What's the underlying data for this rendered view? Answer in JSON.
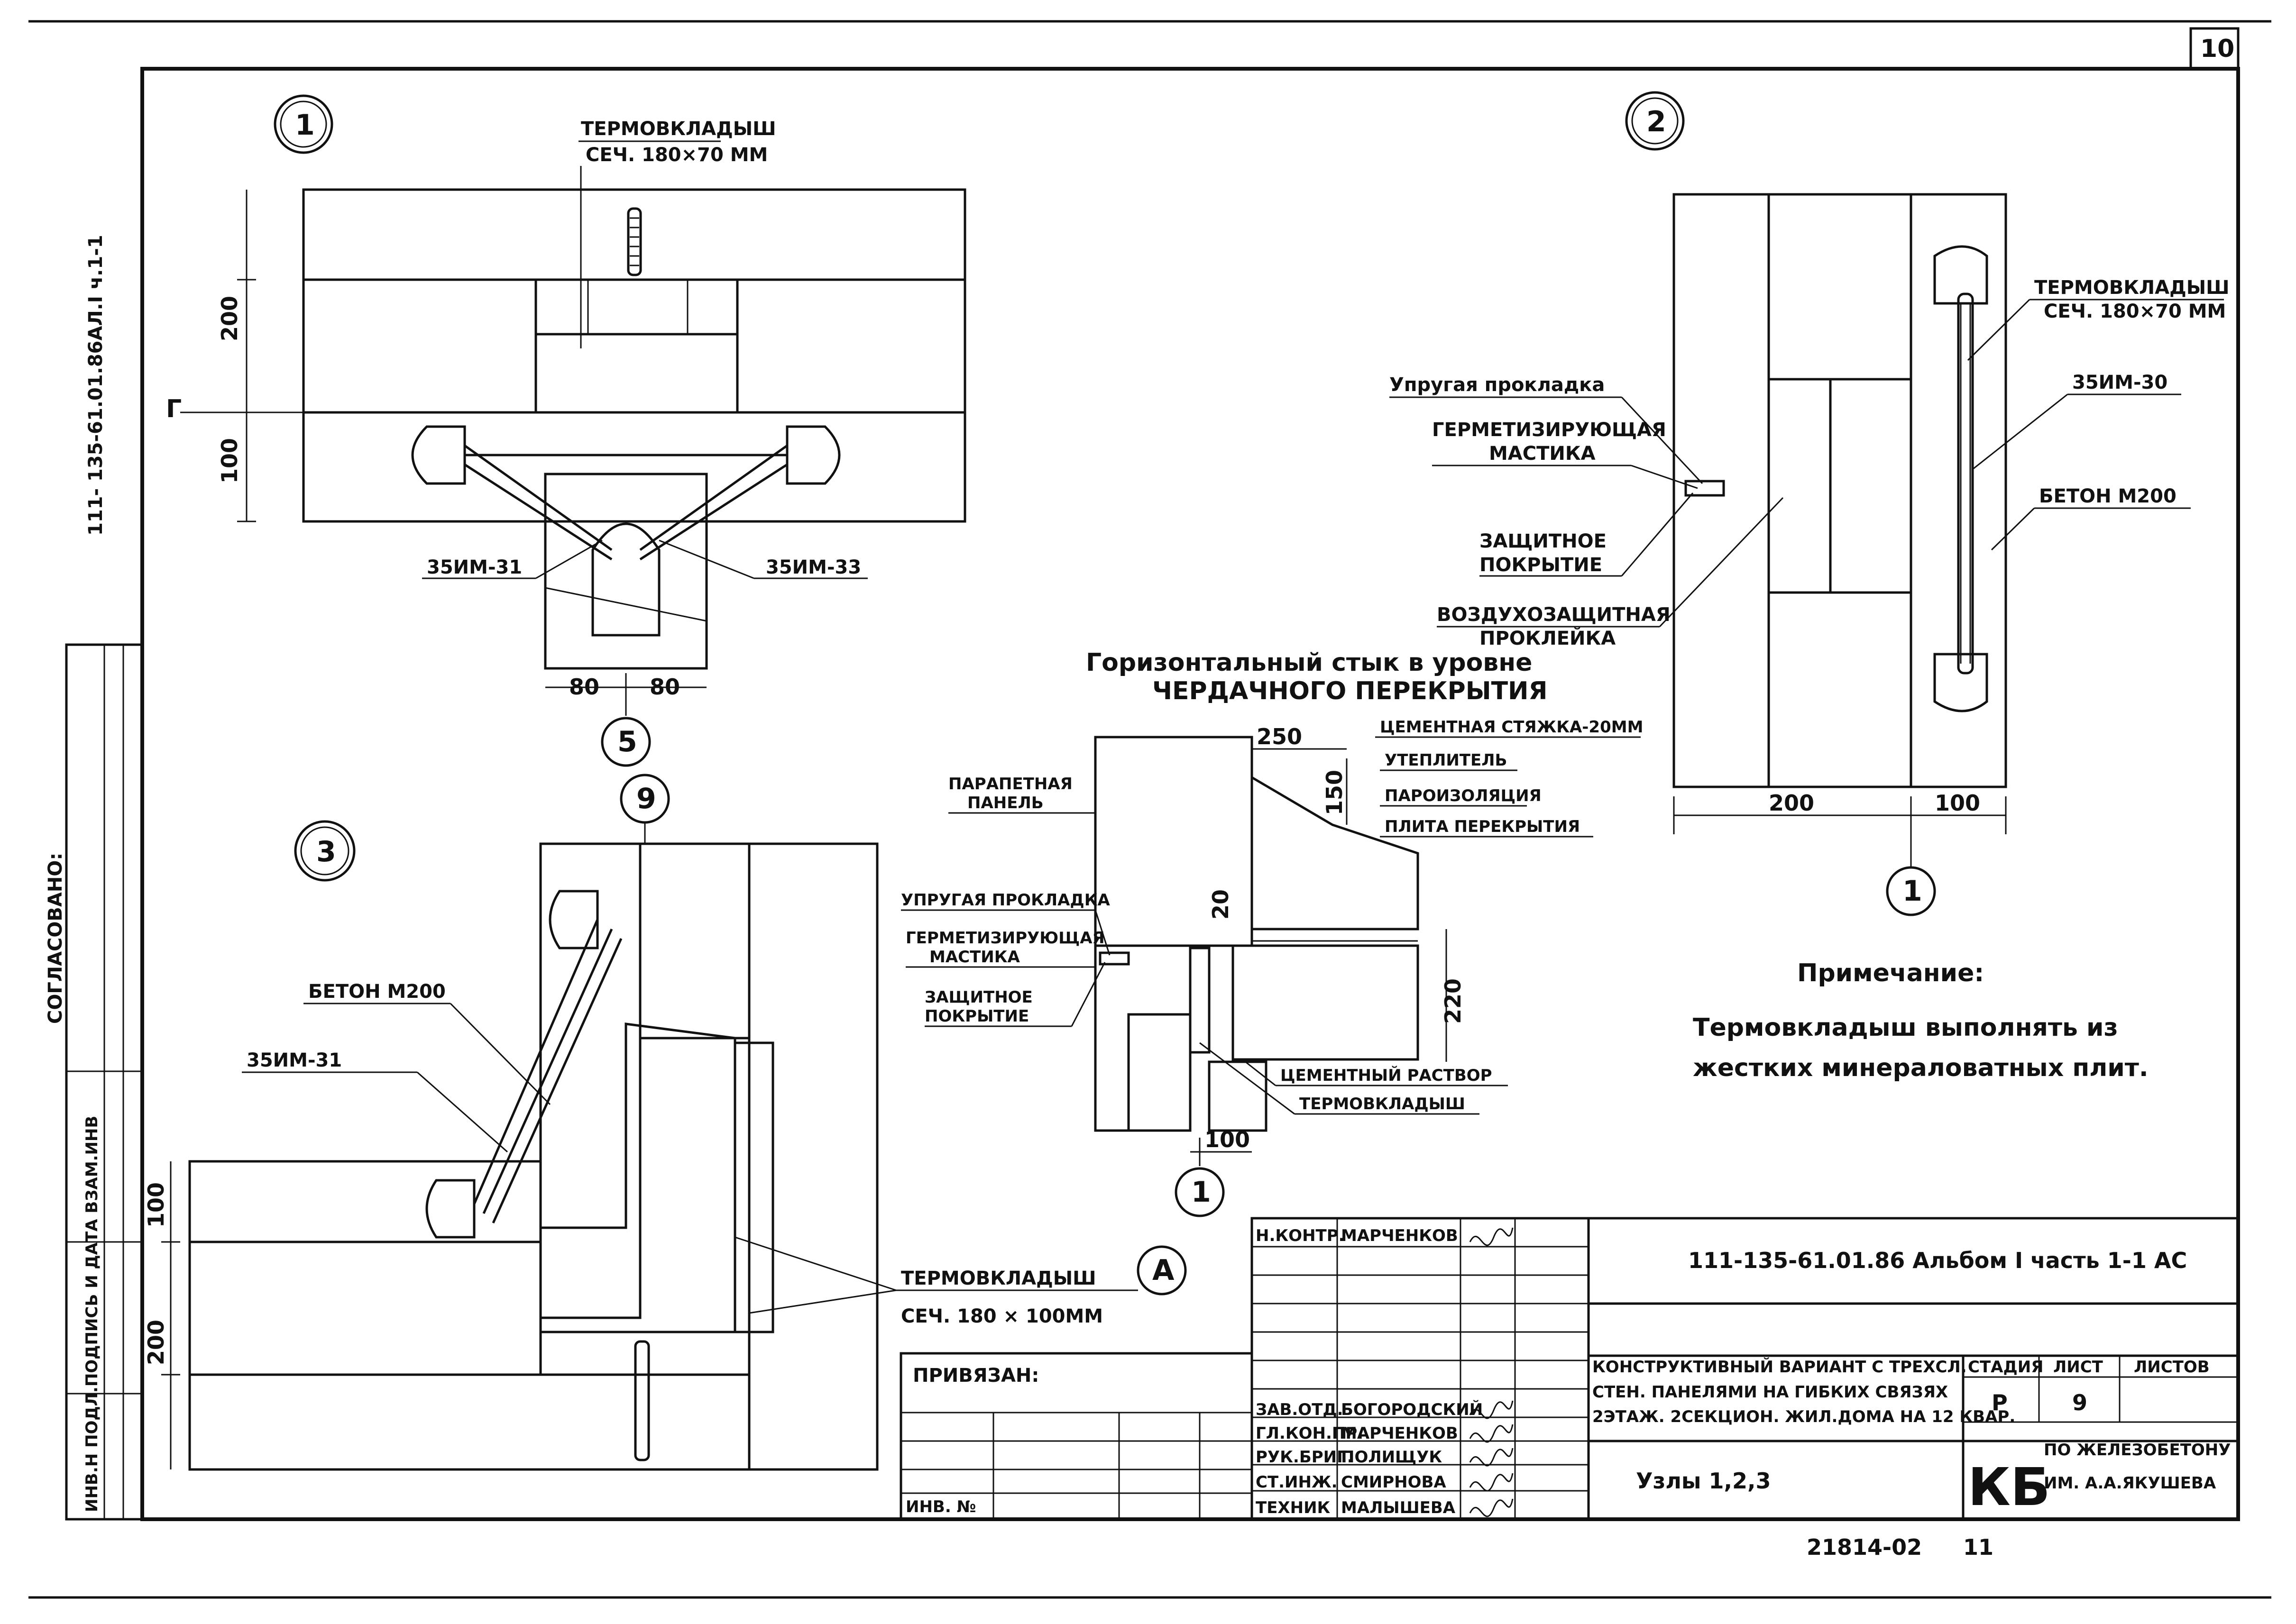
{
  "sheet": {
    "sheet_number": "10",
    "side_code": "111- 135-61.01.86АЛ.I ч.1-1",
    "side_agreed": "СОГЛАСОВАНО:",
    "side_inventory": "ИНВ.Н ПОДЛ.ПОДПИСЬ И ДАТА ВЗАМ.ИНВ"
  },
  "node1": {
    "bubble": "1",
    "insert_label": "ТЕРМОВКЛАДЫШ",
    "insert_section": "СЕЧ. 180×70 ММ",
    "dim_200": "200",
    "dim_100": "100",
    "mark_g": "Г",
    "tie_left": "35ИМ-31",
    "tie_right": "35ИМ-33",
    "dim_80a": "80",
    "dim_80b": "80",
    "ref_bubble": "5"
  },
  "node2": {
    "bubble": "2",
    "insert_label": "ТЕРМОВКЛАДЫШ",
    "insert_section": "СЕЧ. 180×70 ММ",
    "elastic_gasket": "Упругая прокладка",
    "sealant_1": "ГЕРМЕТИЗИРУЮЩАЯ",
    "sealant_2": "МАСТИКА",
    "coating_1": "ЗАЩИТНОЕ",
    "coating_2": "ПОКРЫТИЕ",
    "airproof_1": "ВОЗДУХОЗАЩИТНАЯ",
    "airproof_2": "ПРОКЛЕЙКА",
    "tie": "35ИМ-30",
    "concrete": "БЕТОН М200",
    "dim_200": "200",
    "dim_100": "100",
    "ref_bubble": "1"
  },
  "joint": {
    "title_1": "Горизонтальный стык в уровне",
    "title_2": "ЧЕРДАЧНОГО ПЕРЕКРЫТИЯ",
    "cement_screed": "ЦЕМЕНТНАЯ СТЯЖКА-20ММ",
    "insulation": "УТЕПЛИТЕЛЬ",
    "vapor_barrier": "ПАРОИЗОЛЯЦИЯ",
    "floor_slab": "ПЛИТА ПЕРЕКРЫТИЯ",
    "parapet_1": "ПАРАПЕТНАЯ",
    "parapet_2": "ПАНЕЛЬ",
    "elastic_gasket": "УПРУГАЯ ПРОКЛАДКА",
    "sealant_1": "ГЕРМЕТИЗИРУЮЩАЯ",
    "sealant_2": "МАСТИКА",
    "coating_1": "ЗАЩИТНОЕ",
    "coating_2": "ПОКРЫТИЕ",
    "cement_mortar": "ЦЕМЕНТНЫЙ РАСТВОР",
    "insert": "ТЕРМОВКЛАДЫШ",
    "dim_250": "250",
    "dim_150": "150",
    "dim_20": "20",
    "dim_220": "220",
    "dim_100": "100",
    "ref_bubble": "1"
  },
  "node3": {
    "bubble": "3",
    "ref_bubble": "9",
    "concrete": "БЕТОН М200",
    "tie": "35ИМ-31",
    "insert_label": "ТЕРМОВКЛАДЫШ",
    "insert_section": "СЕЧ. 180 × 100ММ",
    "axis_bubble": "А",
    "dim_100": "100",
    "dim_200": "200"
  },
  "note": {
    "title": "Примечание:",
    "line_1": "Термовкладыш выполнять из",
    "line_2": "жестких минераловатных плит."
  },
  "title_block": {
    "privyazan": "ПРИВЯЗАН:",
    "inv_no": "ИНВ. №",
    "roles": [
      "Н.КОНТР.",
      "ЗАВ.ОТД.",
      "ГЛ.КОН.ПР.",
      "РУК.БРИГ.",
      "СТ.ИНЖ.",
      "ТЕХНИК"
    ],
    "names": [
      "МАРЧЕНКОВ",
      "БОГОРОДСКИЙ",
      "МАРЧЕНКОВ",
      "ПОЛИЩУК",
      "СМИРНОВА",
      "МАЛЫШЕВА"
    ],
    "code": "111-135-61.01.86 Альбом I часть 1-1 АС",
    "desc_1": "КОНСТРУКТИВНЫЙ ВАРИАНТ С ТРЕХСЛ.",
    "desc_2": "СТЕН. ПАНЕЛЯМИ НА ГИБКИХ СВЯЗЯХ",
    "desc_3": "2ЭТАЖ. 2СЕКЦИОН. ЖИЛ.ДОМА НА 12 КВАР.",
    "sheet_name": "Узлы 1,2,3",
    "stage_h": "СТАДИЯ",
    "list_h": "ЛИСТ",
    "lists_h": "ЛИСТОВ",
    "stage_v": "Р",
    "list_v": "9",
    "org_mark": "КБ",
    "org_1": "ПО ЖЕЛЕЗОБЕТОНУ",
    "org_2": "ИМ. А.А.ЯКУШЕВА",
    "archive_no": "21814-02",
    "archive_sheet": "11"
  }
}
